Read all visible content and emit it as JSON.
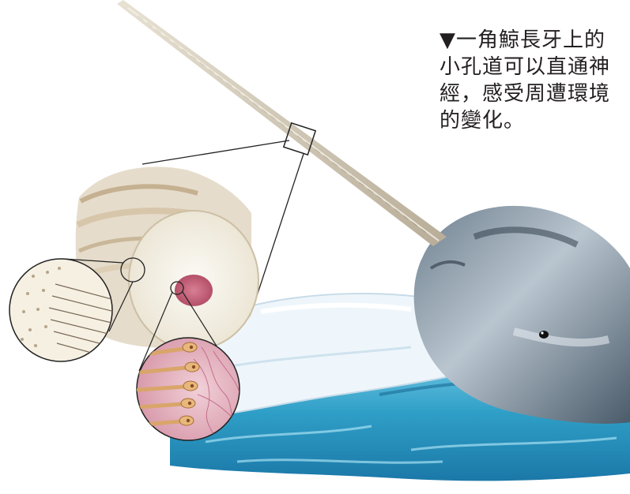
{
  "caption": {
    "lines": [
      "▼一角鯨長牙上的",
      "小孔道可以直通神",
      "經，感受周遭環境",
      "的變化。"
    ]
  },
  "illustration": {
    "subject": "narwhal-tusk-cross-section",
    "colors": {
      "water": "#2f9fc7",
      "ice": "#eef6fb",
      "narwhal_skin": "#9aa9b6",
      "tusk": "#cfc7b6",
      "pulp": "#c9687f",
      "nerve": "#d9a56a"
    }
  }
}
